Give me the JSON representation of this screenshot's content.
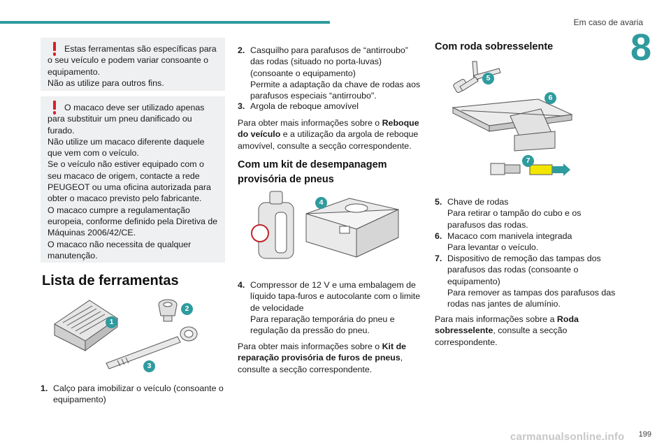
{
  "header": {
    "section_title": "Em caso de avaria",
    "chapter_number": "8",
    "accent_color": "#2f9b9e",
    "warning_color": "#d8202a"
  },
  "col1": {
    "warning1": "Estas ferramentas são específicas para o seu veículo e podem variar consoante o equipamento.\nNão as utilize para outros fins.",
    "warning2": "O macaco deve ser utilizado apenas para substituir um pneu danificado ou furado.\nNão utilize um macaco diferente daquele que vem com o veículo.\nSe o veículo não estiver equipado com o seu macaco de origem, contacte a rede PEUGEOT ou uma oficina autorizada para obter o macaco previsto pelo fabricante.\nO macaco cumpre a regulamentação europeia, conforme definido pela Diretiva de Máquinas 2006/42/CE.\nO macaco não necessita de qualquer manutenção.",
    "heading": "Lista de ferramentas",
    "badges": [
      "1",
      "2",
      "3"
    ],
    "item1_num": "1.",
    "item1_text": "Calço para imobilizar o veículo (consoante o equipamento)"
  },
  "col2": {
    "item2_num": "2.",
    "item2_text": "Casquilho para parafusos de “antirroubo” das rodas (situado no porta-luvas) (consoante o equipamento)\nPermite a adaptação da chave de rodas aos parafusos especiais “antirroubo\".",
    "item3_num": "3.",
    "item3_text": "Argola de reboque amovível",
    "para1_pre": "Para obter mais informações sobre o ",
    "para1_bold": "Reboque do veículo",
    "para1_post": " e a utilização da argola de reboque amovível, consulte a secção correspondente.",
    "heading": "Com um kit de desempanagem provisória de pneus",
    "badge4": "4",
    "item4_num": "4.",
    "item4_text": "Compressor de 12 V e uma embalagem de líquido tapa-furos e autocolante com o limite de velocidade\nPara reparação temporária do pneu e regulação da pressão do pneu.",
    "para2_pre": "Para obter mais informações sobre o ",
    "para2_bold": "Kit de reparação provisória de furos de pneus",
    "para2_post": ", consulte a secção correspondente."
  },
  "col3": {
    "heading": "Com roda sobresselente",
    "badges": [
      "5",
      "6",
      "7"
    ],
    "item5_num": "5.",
    "item5_text": "Chave de rodas\nPara retirar o tampão do cubo e os parafusos das rodas.",
    "item6_num": "6.",
    "item6_text": "Macaco com manivela integrada\nPara levantar o veículo.",
    "item7_num": "7.",
    "item7_text": "Dispositivo de remoção das tampas dos parafusos das rodas (consoante o equipamento)\nPara remover as tampas dos parafusos das rodas nas jantes de alumínio.",
    "para_pre": "Para mais informações sobre a ",
    "para_bold": "Roda sobresselente",
    "para_post": ", consulte a secção correspondente."
  },
  "footer": {
    "page_number": "199",
    "watermark": "carmanualsonline.info"
  }
}
